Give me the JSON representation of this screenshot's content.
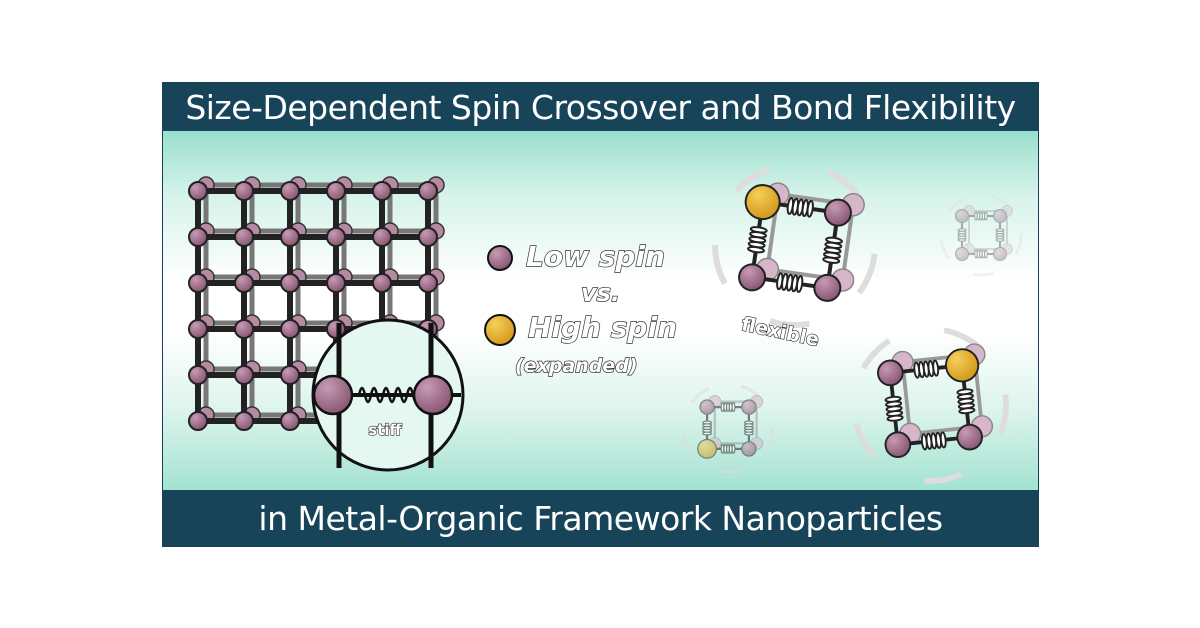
{
  "title_top": "Size-Dependent Spin Crossover and Bond Flexibility",
  "title_bottom": "in Metal-Organic Framework Nanoparticles",
  "legend": {
    "low_spin": "Low spin",
    "vs": "vs.",
    "high_spin": "High spin",
    "expanded": "(expanded)"
  },
  "labels": {
    "stiff": "stiff",
    "flexible": "flexible"
  },
  "colors": {
    "banner": "#174458",
    "low_spin_atom": "#9b6a86",
    "high_spin_atom": "#e3ad2a",
    "panel_tint": "#9adfcd"
  }
}
